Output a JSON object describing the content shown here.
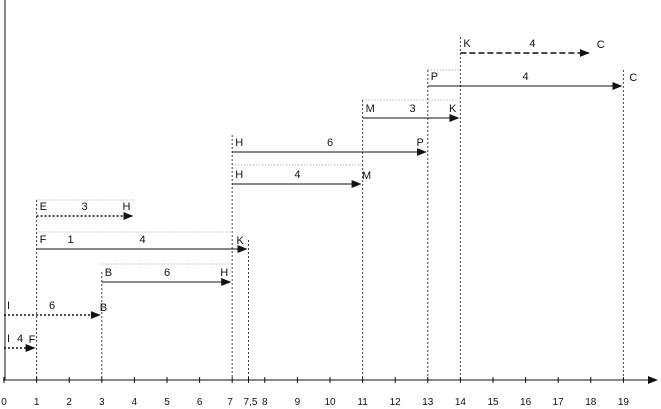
{
  "axis": {
    "ticks": [
      {
        "value": 0,
        "label": "0"
      },
      {
        "value": 1,
        "label": "1"
      },
      {
        "value": 2,
        "label": "2"
      },
      {
        "value": 3,
        "label": "3"
      },
      {
        "value": 4,
        "label": "4"
      },
      {
        "value": 5,
        "label": "5"
      },
      {
        "value": 6,
        "label": "6"
      },
      {
        "value": 7,
        "label": "7"
      },
      {
        "value": 7.5,
        "label": "7,5"
      },
      {
        "value": 8,
        "label": "8"
      },
      {
        "value": 9,
        "label": "9"
      },
      {
        "value": 10,
        "label": "10"
      },
      {
        "value": 11,
        "label": "11"
      },
      {
        "value": 12,
        "label": "12"
      },
      {
        "value": 13,
        "label": "13"
      },
      {
        "value": 14,
        "label": "14"
      },
      {
        "value": 15,
        "label": "15"
      },
      {
        "value": 16,
        "label": "16"
      },
      {
        "value": 17,
        "label": "17"
      },
      {
        "value": 18,
        "label": "18"
      },
      {
        "value": 19,
        "label": "19"
      }
    ]
  },
  "activities": [
    {
      "id": "i-f",
      "start": 0,
      "end": 1,
      "level": 1,
      "from": "I",
      "to": "F",
      "duration": "4",
      "dashed": true
    },
    {
      "id": "i-b",
      "start": 0,
      "end": 3,
      "level": 2,
      "from": "I",
      "to": "B",
      "duration": "6",
      "dashed": true
    },
    {
      "id": "b-h",
      "start": 3,
      "end": 7,
      "level": 3,
      "from": "B",
      "to": "H",
      "duration": "6",
      "dashed": false
    },
    {
      "id": "f-k",
      "start": 1,
      "end": 7.5,
      "level": 4,
      "from": "F",
      "to": "K",
      "duration": "4",
      "extra": "1",
      "dashed": false
    },
    {
      "id": "e-h",
      "start": 1,
      "end": 4,
      "level": 5,
      "from": "E",
      "to": "H",
      "duration": "3",
      "dashed": true
    },
    {
      "id": "h-m",
      "start": 7,
      "end": 11,
      "level": 6,
      "from": "H",
      "to": "M",
      "duration": "4",
      "dashed": false
    },
    {
      "id": "h-p",
      "start": 7,
      "end": 13,
      "level": 7,
      "from": "H",
      "to": "P",
      "duration": "6",
      "dashed": false
    },
    {
      "id": "m-k",
      "start": 11,
      "end": 14,
      "level": 8,
      "from": "M",
      "to": "K",
      "duration": "3",
      "dashed": false
    },
    {
      "id": "p-c",
      "start": 13,
      "end": 19,
      "level": 9,
      "from": "P",
      "to": "C",
      "duration": "4",
      "dashed": false
    },
    {
      "id": "k-c",
      "start": 14,
      "end": 18,
      "level": 10,
      "from": "K",
      "to": "C",
      "duration": "4",
      "dashed": true
    }
  ],
  "colors": {
    "line": "#111111",
    "guide": "#444444",
    "faint": "#9a9a9a"
  }
}
